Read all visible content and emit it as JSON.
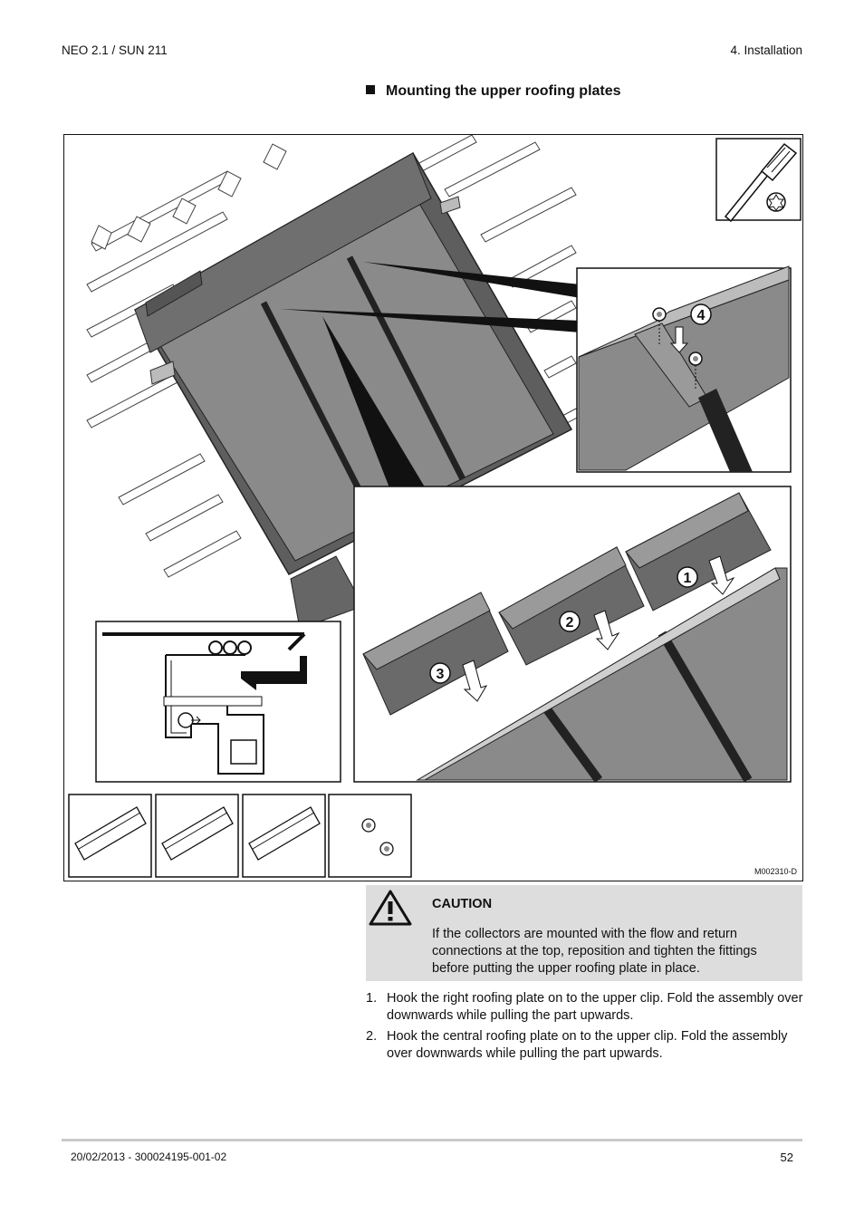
{
  "header": {
    "product": "NEO 2.1 / SUN 211",
    "chapter": "4.  Installation"
  },
  "section": {
    "title": "Mounting the upper roofing plates"
  },
  "figure": {
    "code": "M002310-D",
    "callouts": [
      "1",
      "2",
      "3",
      "4"
    ],
    "tool_icons": [
      "screwdriver-icon",
      "torx-icon"
    ],
    "part_icons": [
      "roofing-plate-right-icon",
      "roofing-plate-central-icon",
      "roofing-plate-left-icon",
      "screws-icon"
    ]
  },
  "caution": {
    "title": "CAUTION",
    "text": "If the collectors are mounted with the flow and return connections at the top, reposition and tighten the fittings before putting the upper roofing plate in place."
  },
  "steps": [
    {
      "number": "1.",
      "text": "Hook the right roofing plate on to the upper clip. Fold the assembly over downwards while pulling the part upwards."
    },
    {
      "number": "2.",
      "text": "Hook the central roofing plate on to the upper clip. Fold the assembly over downwards while pulling the part upwards."
    }
  ],
  "footer": {
    "doc_ref": "20/02/2013 - 300024195-001-02",
    "page": "52"
  }
}
